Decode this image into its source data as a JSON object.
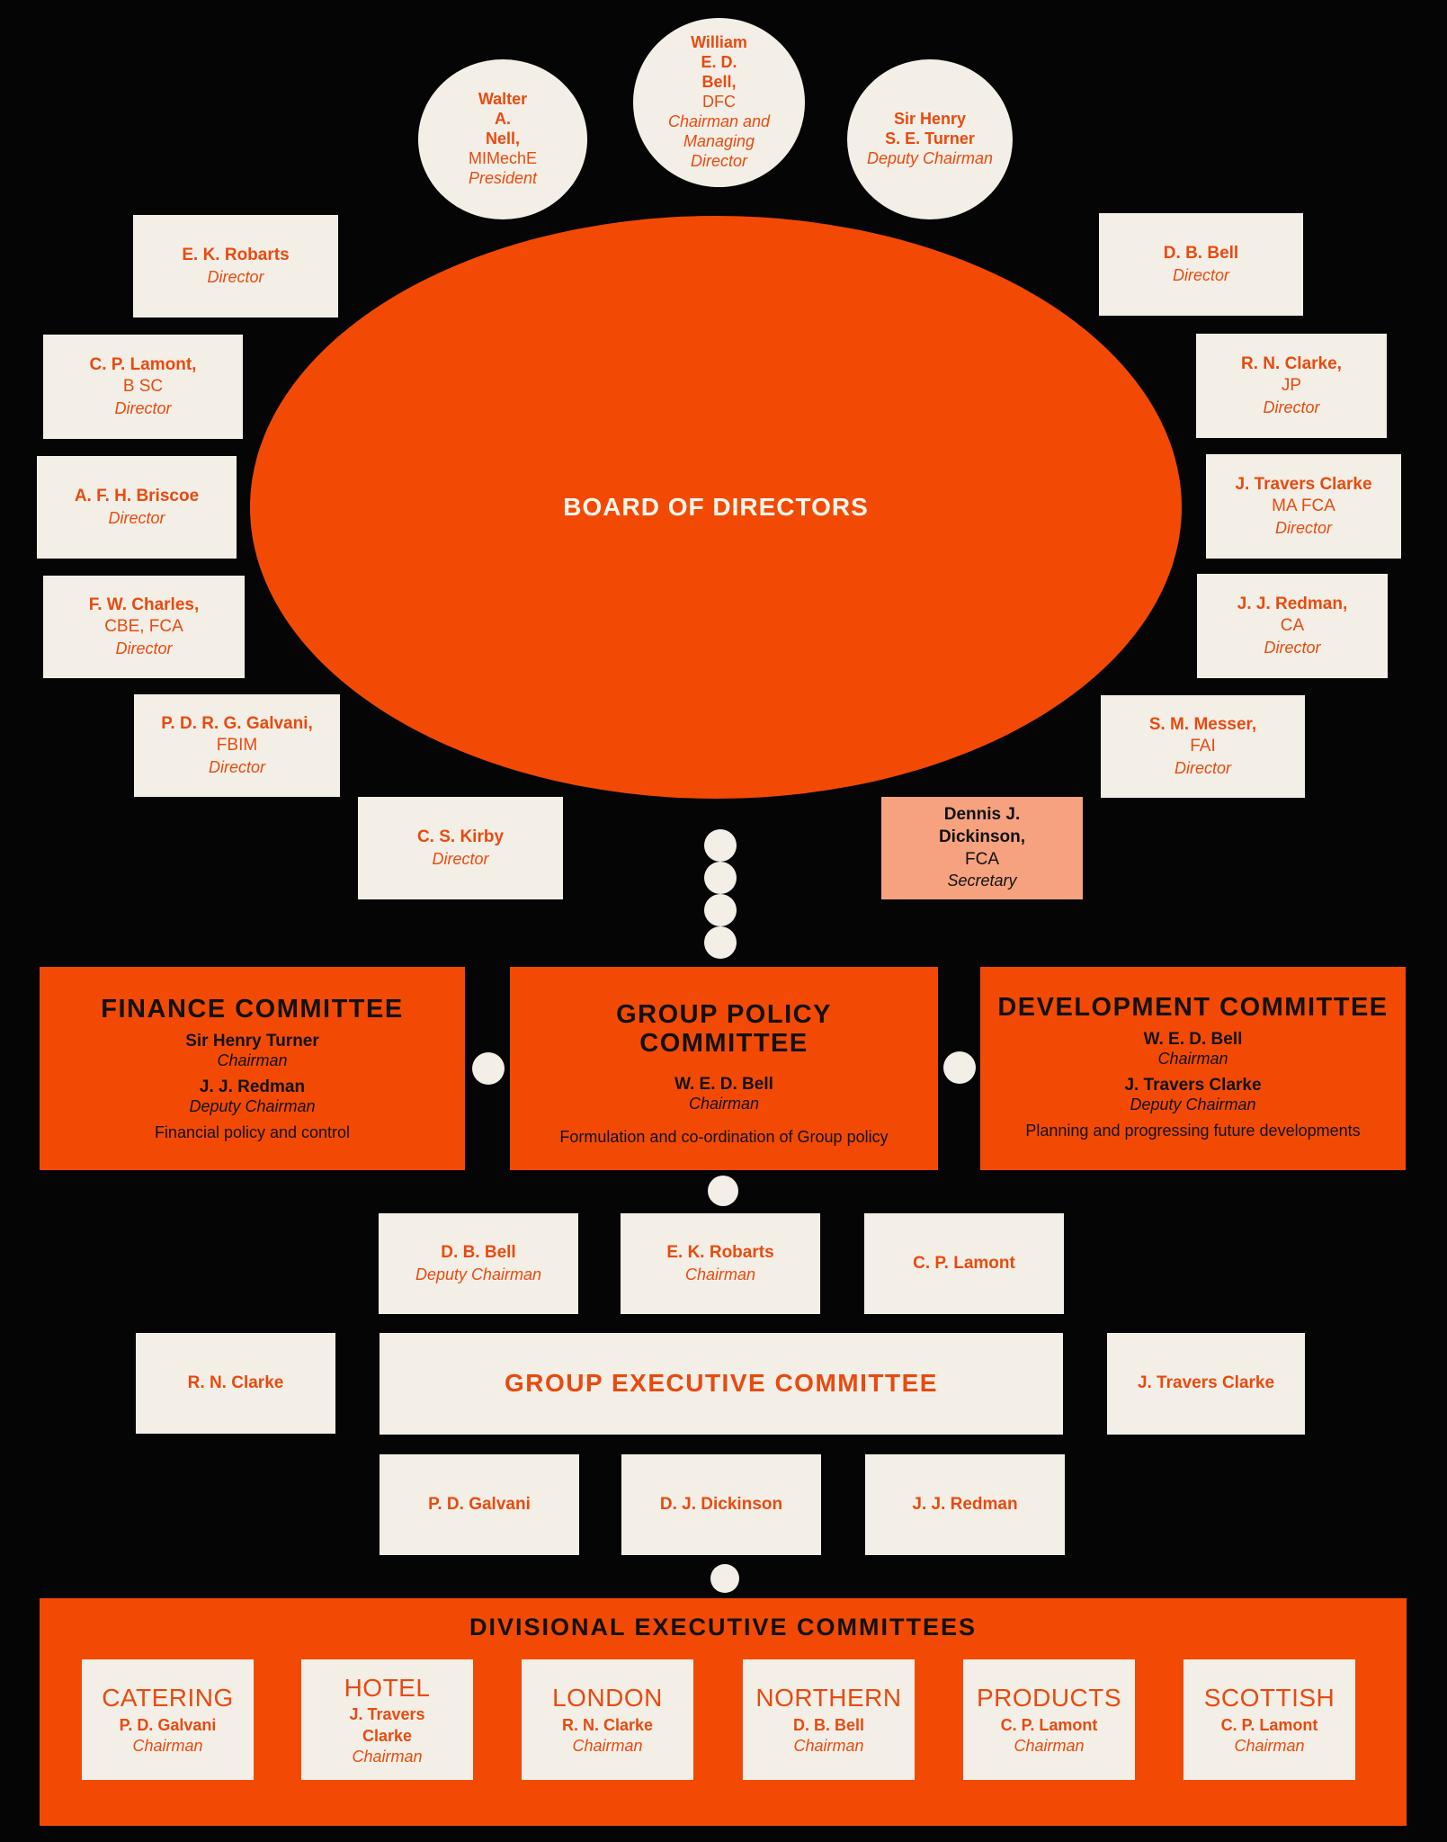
{
  "officers": [
    {
      "name": "Walter A. Nell,",
      "qual": "MIMechE",
      "role": "President",
      "lines": [
        "Walter",
        "A.",
        "Nell,"
      ]
    },
    {
      "name": "William E. D. Bell,",
      "qual": "DFC",
      "role": "Chairman and Managing Director",
      "lines": [
        "William",
        "E. D.",
        "Bell,"
      ]
    },
    {
      "name": "Sir Henry S. E. Turner",
      "qual": "",
      "role": "Deputy Chairman",
      "lines": [
        "Sir Henry",
        "S. E. Turner"
      ]
    }
  ],
  "board": {
    "title": "BOARD OF DIRECTORS"
  },
  "directors_left": [
    {
      "name": "E. K. Robarts",
      "qual": "",
      "role": "Director"
    },
    {
      "name": "C. P. Lamont,",
      "qual": "B SC",
      "role": "Director"
    },
    {
      "name": "A. F. H. Briscoe",
      "qual": "",
      "role": "Director"
    },
    {
      "name": "F. W. Charles,",
      "qual": "CBE, FCA",
      "role": "Director"
    },
    {
      "name": "P. D. R. G. Galvani,",
      "qual": "FBIM",
      "role": "Director"
    },
    {
      "name": "C. S. Kirby",
      "qual": "",
      "role": "Director"
    }
  ],
  "directors_right": [
    {
      "name": "D. B. Bell",
      "qual": "",
      "role": "Director"
    },
    {
      "name": "R. N. Clarke,",
      "qual": "JP",
      "role": "Director"
    },
    {
      "name": "J. Travers Clarke",
      "qual": "MA FCA",
      "role": "Director"
    },
    {
      "name": "J. J. Redman,",
      "qual": "CA",
      "role": "Director"
    },
    {
      "name": "S. M. Messer,",
      "qual": "FAI",
      "role": "Director"
    }
  ],
  "secretary": {
    "name": "Dennis J. Dickinson,",
    "qual": "FCA",
    "role": "Secretary",
    "lines": [
      "Dennis J.",
      "Dickinson,"
    ]
  },
  "committees": {
    "finance": {
      "title": "FINANCE COMMITTEE",
      "chair": "Sir Henry Turner",
      "chair_role": "Chairman",
      "deputy": "J. J. Redman",
      "deputy_role": "Deputy Chairman",
      "desc": "Financial policy and control"
    },
    "policy": {
      "title_1": "GROUP POLICY",
      "title_2": "COMMITTEE",
      "chair": "W. E. D. Bell",
      "chair_role": "Chairman",
      "desc": "Formulation and co-ordination of Group policy"
    },
    "development": {
      "title": "DEVELOPMENT COMMITTEE",
      "chair": "W. E. D. Bell",
      "chair_role": "Chairman",
      "deputy": "J. Travers Clarke",
      "deputy_role": "Deputy Chairman",
      "desc": "Planning and progressing future developments"
    }
  },
  "group_exec": {
    "title": "GROUP EXECUTIVE COMMITTEE",
    "top": [
      {
        "name": "D. B. Bell",
        "role": "Deputy Chairman"
      },
      {
        "name": "E. K. Robarts",
        "role": "Chairman"
      },
      {
        "name": "C. P. Lamont",
        "role": ""
      }
    ],
    "left": "R. N. Clarke",
    "right": "J. Travers Clarke",
    "bottom": [
      "P. D. Galvani",
      "D. J. Dickinson",
      "J. J. Redman"
    ]
  },
  "divisional": {
    "title": "DIVISIONAL EXECUTIVE COMMITTEES",
    "divisions": [
      {
        "name": "CATERING",
        "chair": "P. D. Galvani",
        "role": "Chairman",
        "lines": [
          "P. D. Galvani"
        ]
      },
      {
        "name": "HOTEL",
        "chair": "J. Travers Clarke",
        "role": "Chairman",
        "lines": [
          "J. Travers",
          "Clarke"
        ]
      },
      {
        "name": "LONDON",
        "chair": "R. N. Clarke",
        "role": "Chairman",
        "lines": [
          "R. N. Clarke"
        ]
      },
      {
        "name": "NORTHERN",
        "chair": "D. B. Bell",
        "role": "Chairman",
        "lines": [
          "D. B. Bell"
        ]
      },
      {
        "name": "PRODUCTS",
        "chair": "C. P. Lamont",
        "role": "Chairman",
        "lines": [
          "C. P. Lamont"
        ]
      },
      {
        "name": "SCOTTISH",
        "chair": "C. P. Lamont",
        "role": "Chairman",
        "lines": [
          "C. P. Lamont"
        ]
      }
    ]
  },
  "colors": {
    "accent": "#f24a04",
    "paper": "#f4efe6",
    "secretary": "#f6a27f",
    "background": "#050505"
  }
}
